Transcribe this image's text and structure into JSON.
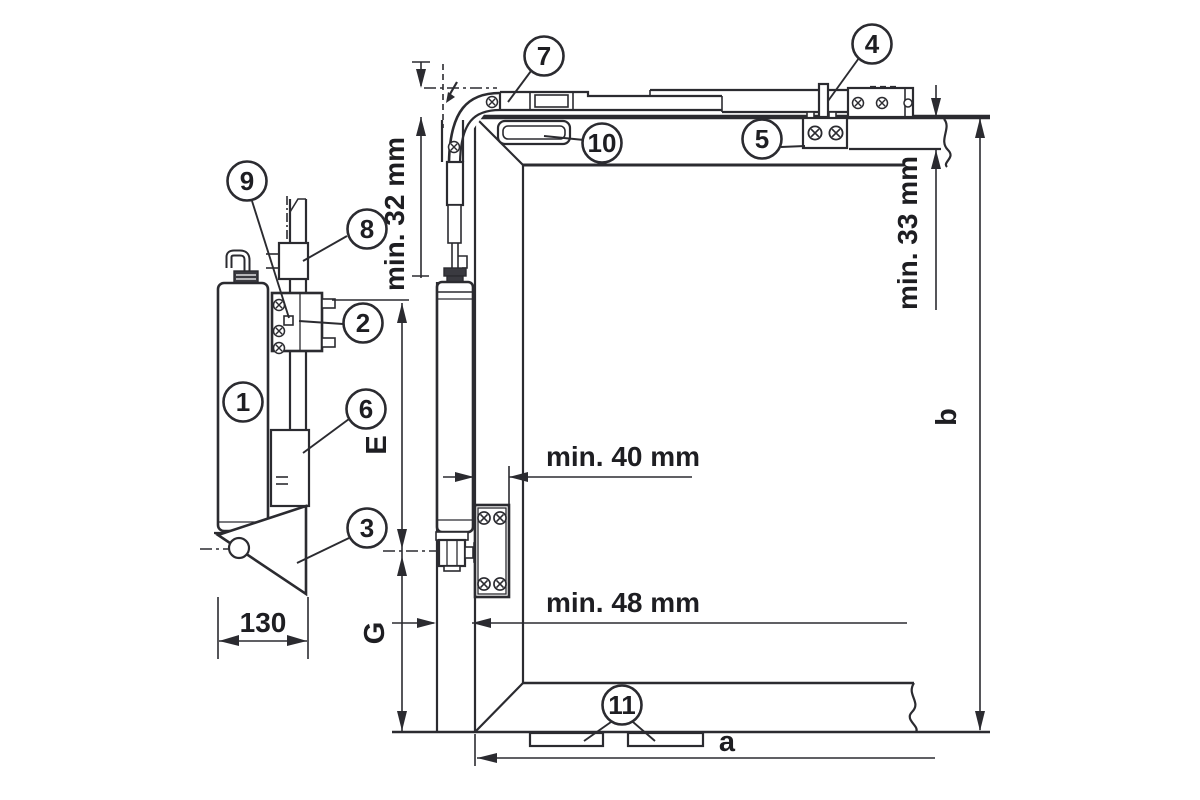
{
  "diagram_type": "installation-technical-drawing",
  "callouts": {
    "c1": "1",
    "c2": "2",
    "c3": "3",
    "c4": "4",
    "c5": "5",
    "c6": "6",
    "c7": "7",
    "c8": "8",
    "c9": "9",
    "c10": "10",
    "c11": "11"
  },
  "dims": {
    "d130": "130",
    "min32": "min. 32 mm",
    "min33": "min. 33 mm",
    "min40": "min. 40 mm",
    "min48": "min. 48 mm",
    "a": "a",
    "b": "b",
    "e": "E",
    "g": "G"
  },
  "colors": {
    "line": "#2b2b30",
    "text": "#1e1e22",
    "background": "#ffffff"
  }
}
